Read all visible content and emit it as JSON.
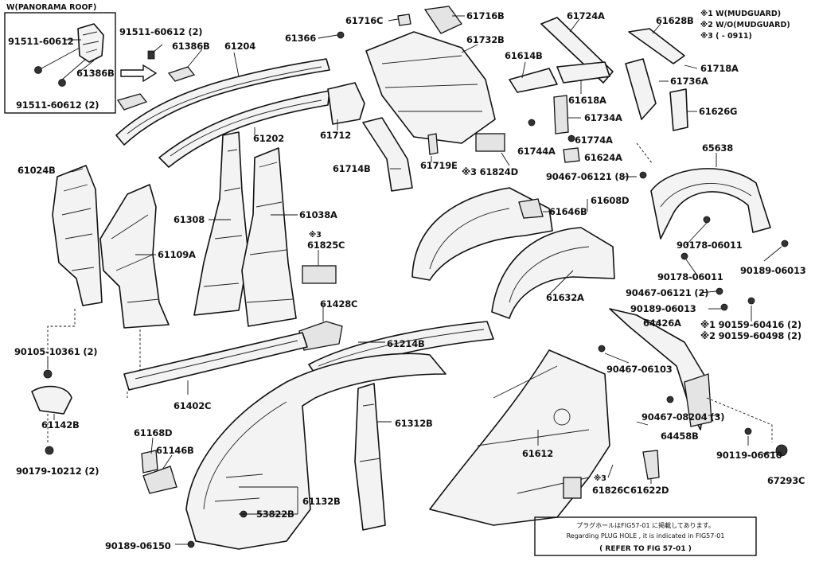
{
  "legend": {
    "note1": "※1 W(MUDGUARD)",
    "note2": "※2 W/O(MUDGUARD)",
    "note3": "※3 (      - 0911)"
  },
  "inset": {
    "title": "W(PANORAMA ROOF)",
    "labels": [
      "91511-60612",
      "61386B",
      "91511-60612 (2)"
    ]
  },
  "labels": [
    "91511-60612 (2)",
    "61386B",
    "61204",
    "61366",
    "61716C",
    "61716B",
    "61732B",
    "61724A",
    "61628B",
    "61718A",
    "61736A",
    "61626G",
    "61614B",
    "61618A",
    "61734A",
    "61744A",
    "61774A",
    "61624A",
    "61712",
    "61714B",
    "61719E",
    "※3 61824D",
    "61202",
    "61024B",
    "61308",
    "61038A",
    "61109A",
    "※3",
    "61825C",
    "61428C",
    "90467-06121 (8)",
    "65638",
    "61608D",
    "61646B",
    "61632A",
    "90178-06011",
    "90178-06011",
    "90189-06013",
    "90467-06121 (2)",
    "90189-06013",
    "64426A",
    "※1 90159-60416 (2)",
    "※2 90159-60498 (2)",
    "90105-10361 (2)",
    "61142B",
    "90179-10212 (2)",
    "61402C",
    "61214B",
    "90467-06103",
    "90467-08204 (3)",
    "64458B",
    "90119-06610",
    "67293C",
    "61168D",
    "61146B",
    "61312B",
    "61612",
    "61622D",
    "※3",
    "61826C",
    "61132B",
    "53822B",
    "90189-06150"
  ],
  "footnote": {
    "line1": "プラグホールはFIG57-01 に掲載してあります。",
    "line2": "Regarding PLUG HOLE , it is indicated in FIG57-01",
    "line3": "( REFER TO FIG 57-01 )"
  }
}
